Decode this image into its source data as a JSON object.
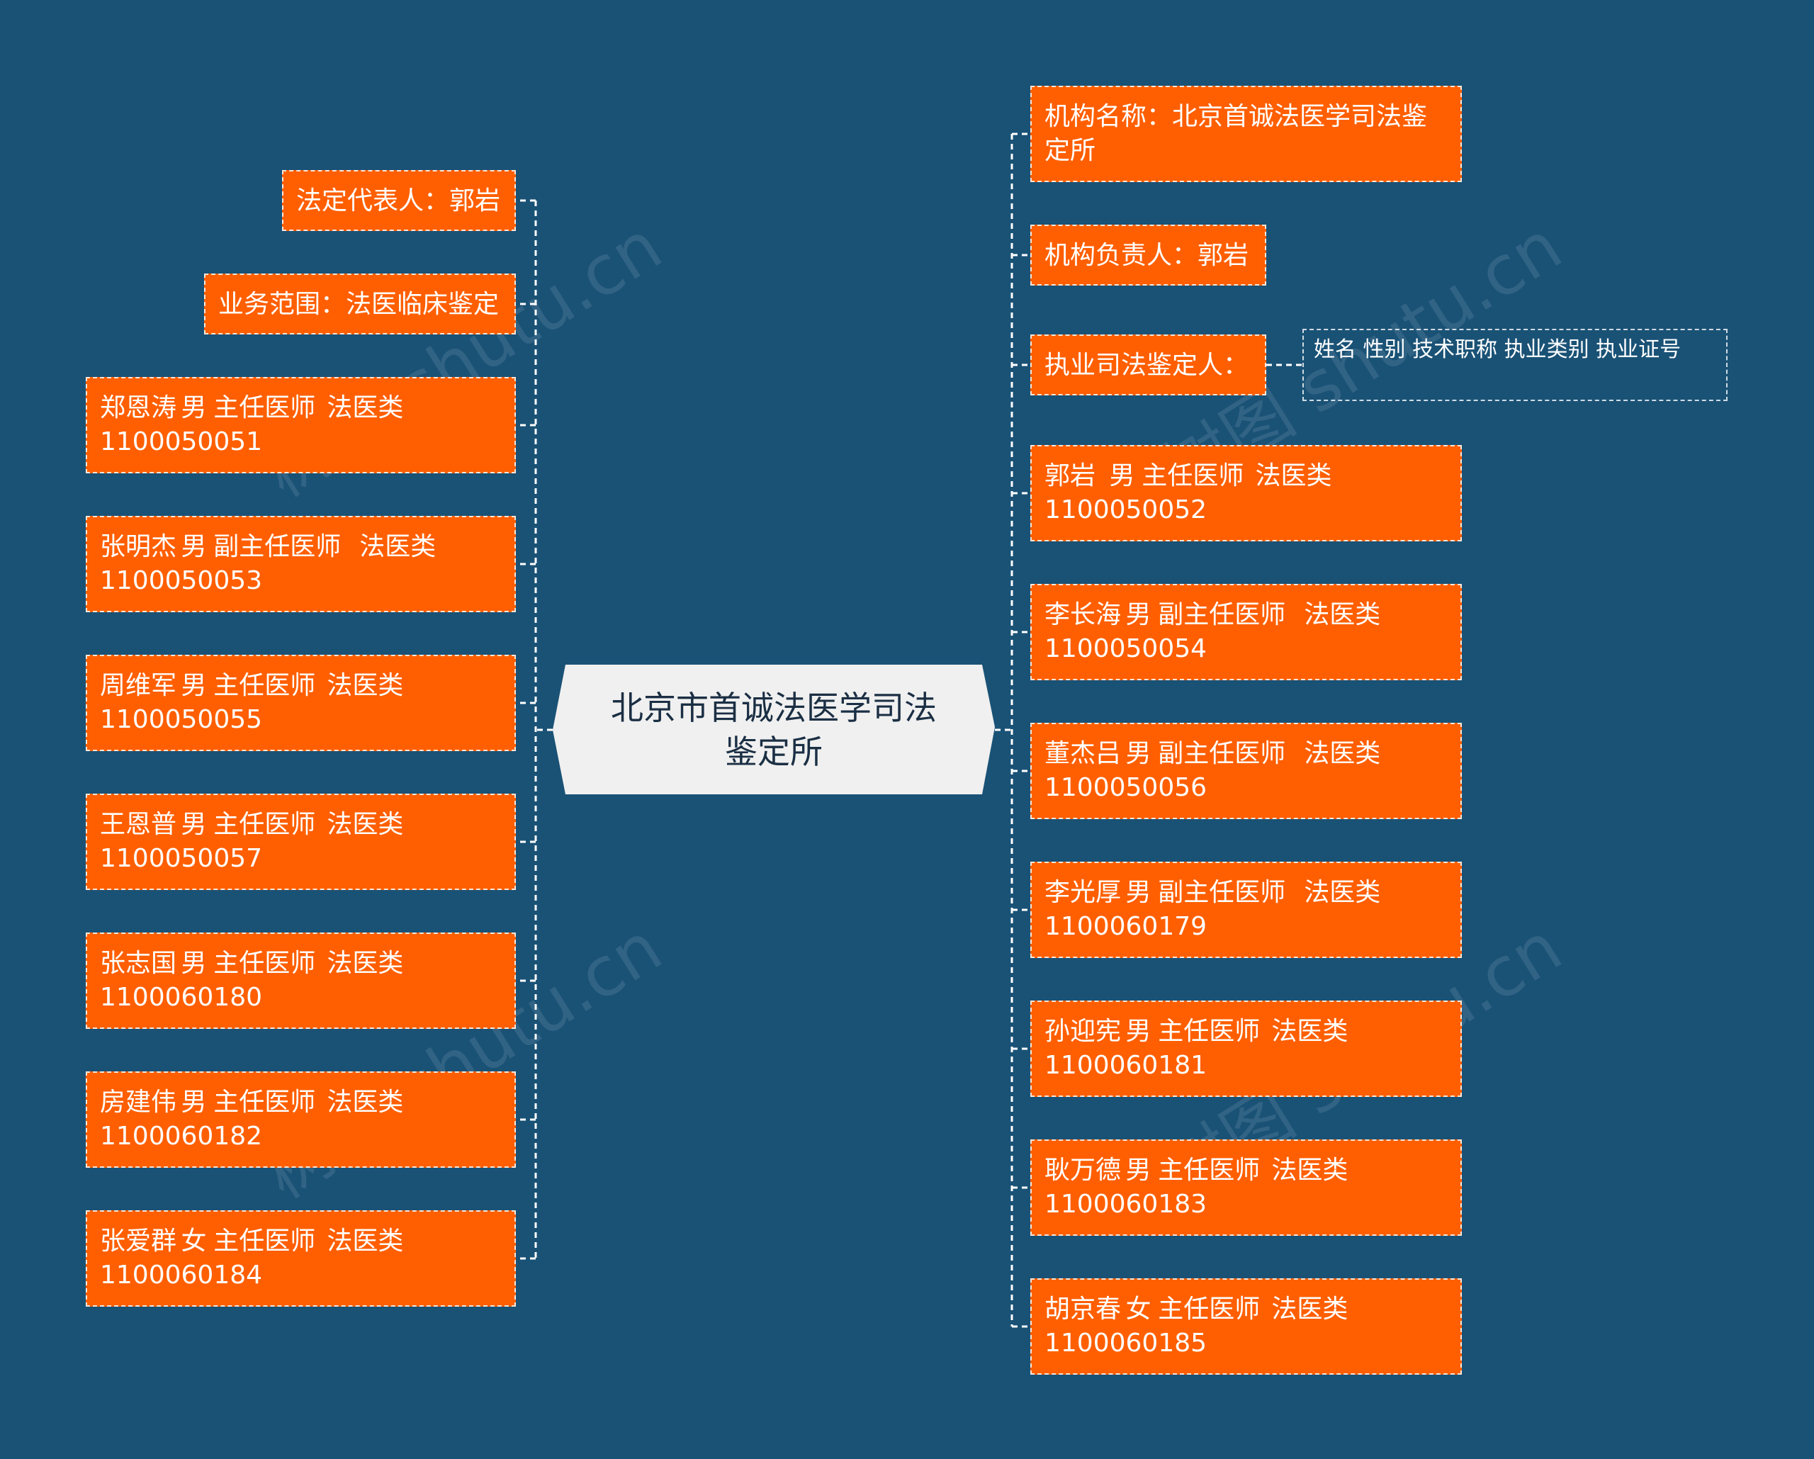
{
  "root": "北京市首诚法医学司法鉴定所",
  "left_nodes": [
    "法定代表人：郭岩",
    "业务范围：法医临床鉴定",
    "郑恩涛\t男\t主任医师\t法医类\t1100050051",
    "张明杰\t男\t副主任医师\t法医类\t1100050053",
    "周维军\t男\t主任医师\t法医类\t1100050055",
    "王恩普\t男\t主任医师\t法医类\t1100050057",
    "张志国\t男\t主任医师\t法医类\t1100060180",
    "房建伟\t男\t主任医师\t法医类\t1100060182",
    "张爱群\t女\t主任医师\t法医类\t1100060184"
  ],
  "right_nodes": [
    "机构名称：北京首诚法医学司法鉴定所",
    "机构负责人：郭岩",
    "执业司法鉴定人：",
    "郭岩\t男\t主任医师\t法医类\t1100050052",
    "李长海\t男\t副主任医师\t法医类\t1100050054",
    "董杰吕\t男\t副主任医师\t法医类\t1100050056",
    "李光厚\t男\t副主任医师\t法医类\t1100060179",
    "孙迎宪\t男\t主任医师\t法医类\t1100060181",
    "耿万德\t男\t主任医师\t法医类\t1100060183",
    "胡京春\t女\t主任医师\t法医类\t1100060185"
  ],
  "sub_node": "姓名\t性别\t技术职称\t执业类别\t执业证号",
  "watermark": "树图 shutu.cn",
  "colors": {
    "background": "#1a5276",
    "node": "#ff5f00",
    "root": "#f0f0f0",
    "line": "#ffffff"
  }
}
